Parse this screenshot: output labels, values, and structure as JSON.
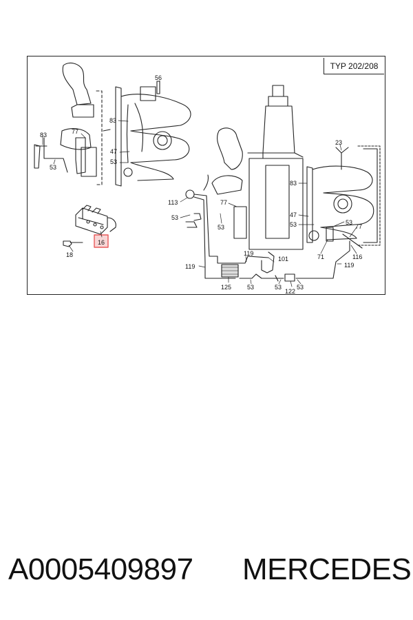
{
  "diagram": {
    "type_label": "TYP 202/208",
    "callouts": {
      "c56": "56",
      "c83a": "83",
      "c77a": "77",
      "c53a": "53",
      "c83b": "83",
      "c47a": "47",
      "c53b": "53",
      "c16": "16",
      "c18": "18",
      "c113": "113",
      "c77b": "77",
      "c53c": "53",
      "c53d": "53",
      "c119a": "119",
      "c119b": "119",
      "c101": "101",
      "c125": "125",
      "c53e": "53",
      "c53f": "53",
      "c122": "122",
      "c53g": "53",
      "c23": "23",
      "c83c": "83",
      "c47b": "47",
      "c53h": "53",
      "c53i": "53",
      "c77c": "77",
      "c71": "71",
      "c116": "116",
      "c119c": "119"
    },
    "highlighted_part": "16",
    "highlight_color": "#e85a5a"
  },
  "footer": {
    "part_number": "A0005409897",
    "brand": "MERCEDES"
  }
}
